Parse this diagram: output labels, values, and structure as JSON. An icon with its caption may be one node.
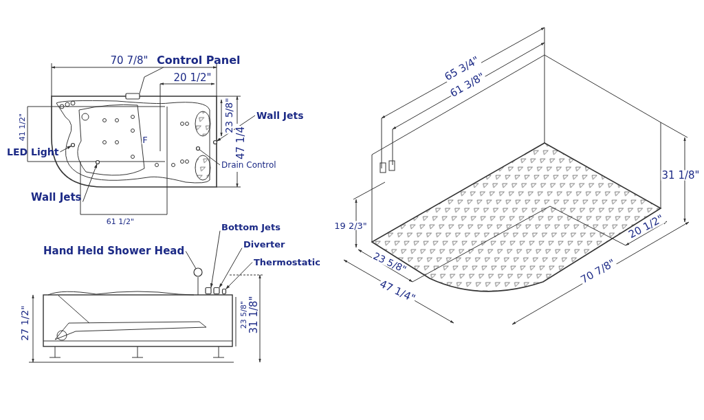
{
  "diagram": {
    "nodes": [
      {
        "text": [
          "Control Panel"
        ]
      },
      {
        "text": [
          "Wall Jets"
        ]
      },
      {
        "text": [
          "LED Light"
        ]
      },
      {
        "text": [
          "Drain Control"
        ]
      },
      {
        "text": [
          "Wall Jets"
        ]
      },
      {
        "text": [
          "Bottom Jets"
        ]
      },
      {
        "text": [
          "Diverter"
        ]
      },
      {
        "text": [
          "Hand Held Shower Head"
        ]
      },
      {
        "text": [
          "Thermostatic"
        ]
      },
      {
        "text": [],
        "shape": "box"
      },
      {
        "text": [],
        "shape": "circle"
      },
      {
        "text": [],
        "shape": "circle"
      },
      {
        "text": [],
        "shape": "circle"
      },
      {
        "text": [],
        "shape": "circle"
      },
      {
        "text": [],
        "shape": "circle"
      },
      {
        "text": [],
        "shape": "box"
      },
      {
        "text": [],
        "shape": "box"
      },
      {
        "text": [],
        "shape": "box"
      }
    ],
    "edges": [
      {
        "from": 0,
        "to": 9,
        "arrow": "none"
      },
      {
        "from": 1,
        "to": 10,
        "arrow": "to"
      },
      {
        "from": 2,
        "to": 11,
        "arrow": "to"
      },
      {
        "from": 3,
        "to": 12,
        "arrow": "none"
      },
      {
        "from": 4,
        "to": 13,
        "arrow": "to"
      },
      {
        "from": 5,
        "to": 15,
        "arrow": "to"
      },
      {
        "from": 6,
        "to": 16,
        "arrow": "to"
      },
      {
        "from": 7,
        "to": 14,
        "arrow": "none"
      },
      {
        "from": 8,
        "to": 17,
        "arrow": "to"
      }
    ],
    "labels": [
      "70 7/8\"",
      "20 1/2\"",
      "23 5/8\"",
      "47 1/4",
      "41 1/2\"",
      "F",
      "61 1/2\"",
      "27 1/2\"",
      "23 5/8\"",
      "31 1/8\"",
      "65 3/4\"",
      "61 3/8\"",
      "31 1/8\"",
      "19 2/3\"",
      "20 1/2\"",
      "23 5/8\"",
      "47 1/4\"",
      "70 7/8\""
    ]
  }
}
